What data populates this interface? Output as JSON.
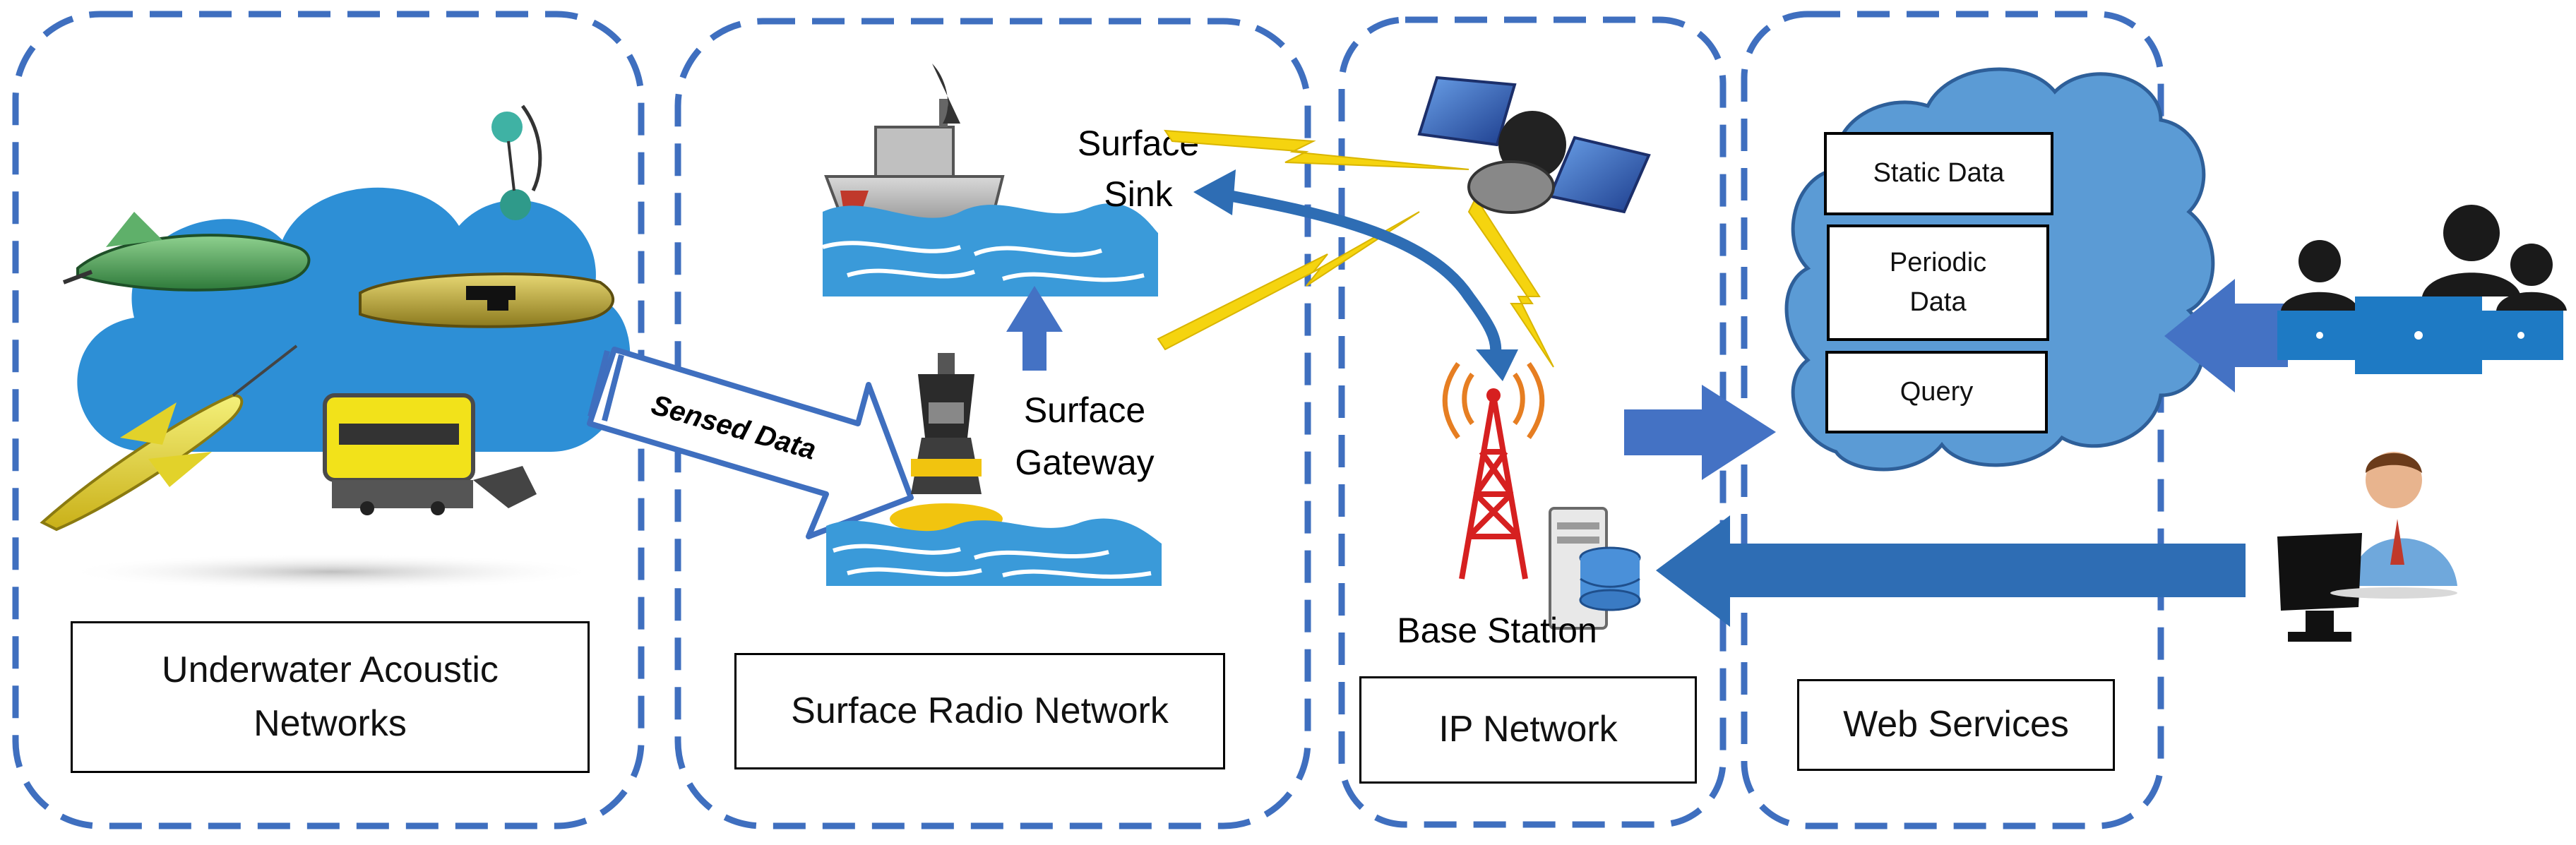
{
  "sections": {
    "underwater": {
      "label_line1": "Underwater Acoustic",
      "label_line2": "Networks"
    },
    "surface_radio": {
      "label": "Surface Radio Network"
    },
    "ip": {
      "label": "IP Network"
    },
    "web": {
      "label": "Web Services"
    }
  },
  "labels": {
    "sensed_data": "Sensed Data",
    "surface_sink_line1": "Surface",
    "surface_sink_line2": "Sink",
    "surface_gateway_line1": "Surface",
    "surface_gateway_line2": "Gateway",
    "base_station": "Base Station"
  },
  "cloud_items": {
    "static": "Static Data",
    "periodic_line1": "Periodic",
    "periodic_line2": "Data",
    "query": "Query"
  },
  "colors": {
    "dash_border": "#3f6fbf",
    "cloud_fill": "#2d8fd6",
    "web_cloud_fill": "#5b9bd5",
    "arrow_blue": "#4472c4",
    "lightning": "#f5d40f",
    "sea": "#3a9ad9",
    "user_blue": "#2e7bbf"
  },
  "icons": [
    "cloud-icon",
    "underwater-glider-icon",
    "auv-icon",
    "buoy-icon",
    "rov-icon",
    "ship-icon",
    "gateway-buoy-icon",
    "satellite-icon",
    "radio-tower-icon",
    "database-server-icon",
    "users-group-icon",
    "admin-user-icon",
    "lightning-icon"
  ]
}
